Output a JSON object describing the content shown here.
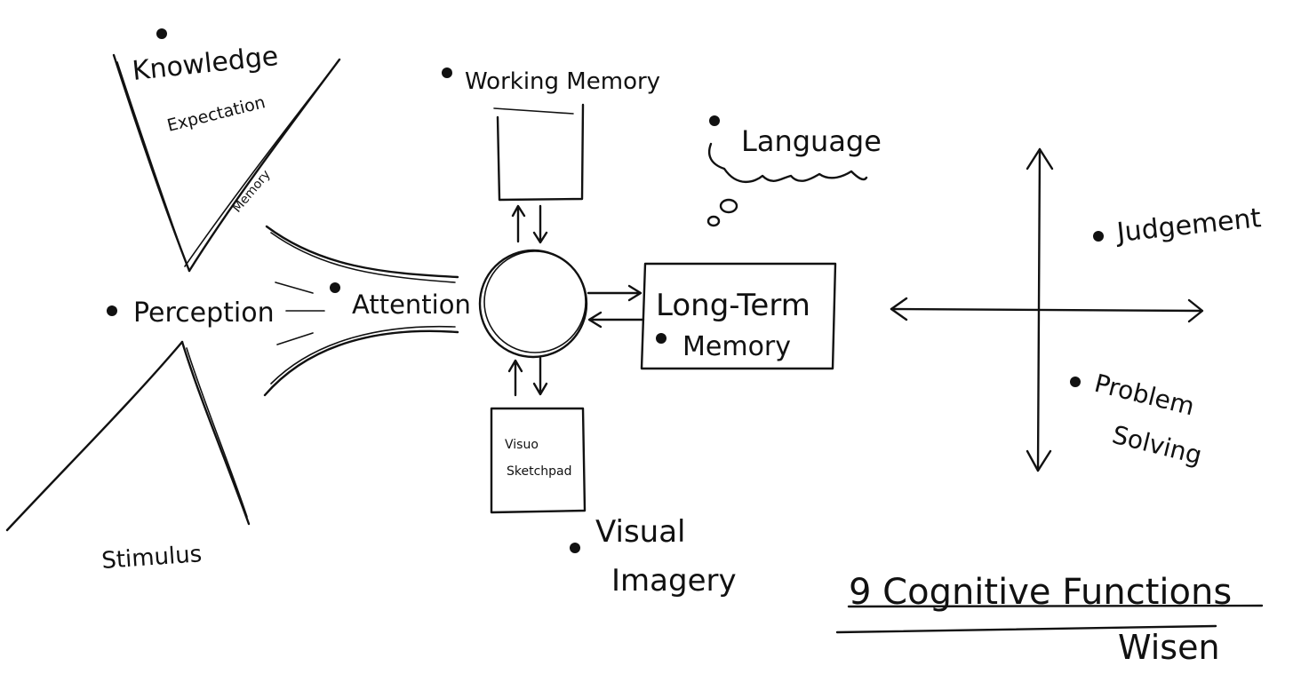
{
  "labels": {
    "knowledge": "Knowledge",
    "expectation": "Expectation",
    "memory_small": "Memory",
    "perception": "Perception",
    "stimulus": "Stimulus",
    "attention": "Attention",
    "working_memory": "Working Memory",
    "visuo_sketchpad_line1": "Visuo",
    "visuo_sketchpad_line2": "Sketchpad",
    "visual_imagery_line1": "Visual",
    "visual_imagery_line2": "Imagery",
    "language": "Language",
    "long_term_line1": "Long-Term",
    "long_term_line2": "Memory",
    "judgement": "Judgement",
    "problem_solving_line1": "Problem",
    "problem_solving_line2": "Solving",
    "title": "9 Cognitive Functions",
    "author": "Wisen"
  },
  "colors": {
    "ink": "#111111",
    "paper": "#ffffff"
  }
}
